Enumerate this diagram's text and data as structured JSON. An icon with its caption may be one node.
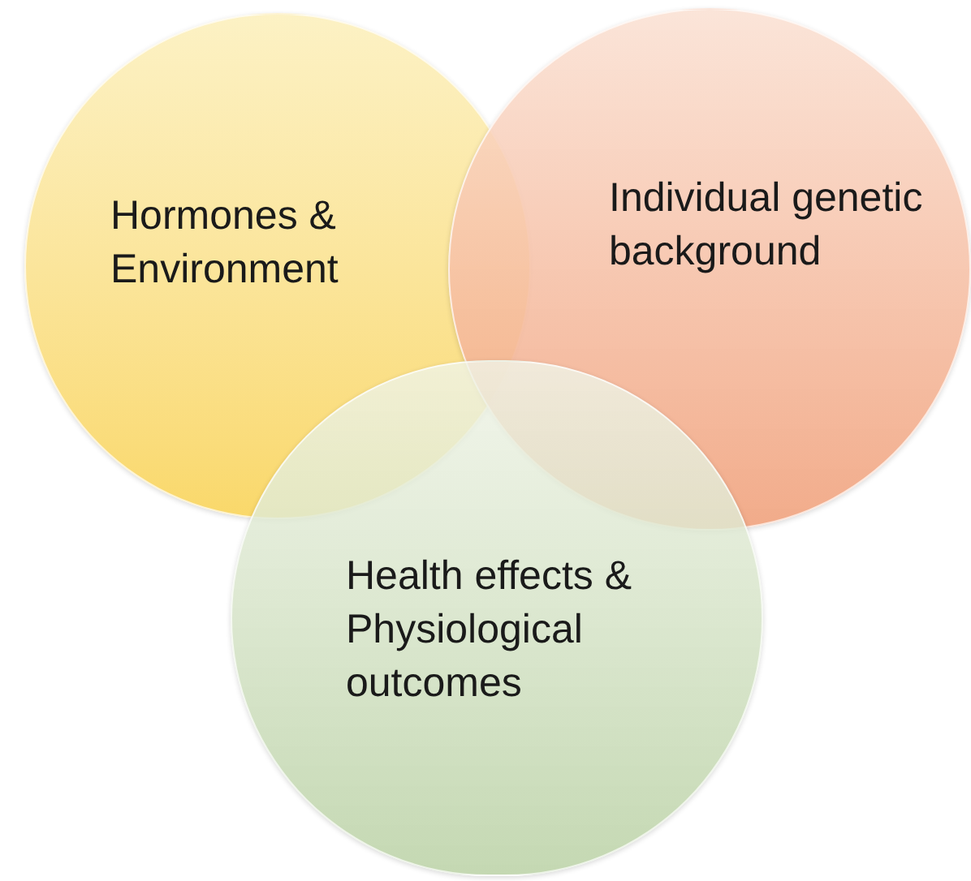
{
  "diagram": {
    "nodes": [
      {
        "text": [
          "Hormones & Environment"
        ]
      },
      {
        "text": [
          "Individual genetic background"
        ]
      },
      {
        "text": [
          "Health effects & Physiological outcomes"
        ]
      }
    ]
  }
}
